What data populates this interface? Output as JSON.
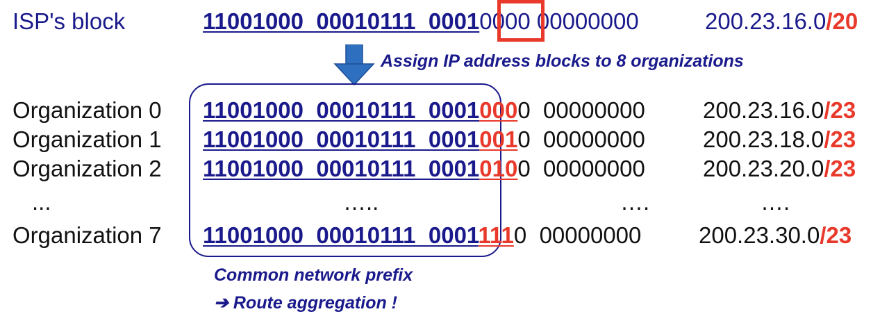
{
  "isp": {
    "label": "ISP's block",
    "prefix_bits": "11001000  00010111  0001",
    "subnet_bits": "0000",
    "host_bits": " 00000000",
    "address": "200.23.16.0",
    "mask": "/20"
  },
  "assign_note": "Assign IP address blocks to 8 organizations",
  "organizations": [
    {
      "label": "Organization 0",
      "prefix_bits": "11001000  00010111  0001",
      "sub_bits": "000",
      "rest_bits": "0  00000000",
      "address": "200.23.16.0",
      "mask": "/23"
    },
    {
      "label": "Organization 1",
      "prefix_bits": "11001000  00010111  0001",
      "sub_bits": "001",
      "rest_bits": "0  00000000",
      "address": "200.23.18.0",
      "mask": "/23"
    },
    {
      "label": "Organization 2",
      "prefix_bits": "11001000  00010111  0001",
      "sub_bits": "010",
      "rest_bits": "0  00000000",
      "address": "200.23.20.0",
      "mask": "/23"
    },
    {
      "label": "Organization 7",
      "prefix_bits": "11001000  00010111  0001",
      "sub_bits": "111",
      "rest_bits": "0  00000000",
      "address": "200.23.30.0",
      "mask": "/23"
    }
  ],
  "ellipsis": {
    "label": "...",
    "bits": "…..",
    "host": "….",
    "address": "…."
  },
  "common_note": {
    "line1": "Common network prefix",
    "line2": "➔ Route aggregation !"
  },
  "colors": {
    "blue": "#1a1a8c",
    "red": "#e8392b",
    "arrow": "#2f6fc0"
  }
}
